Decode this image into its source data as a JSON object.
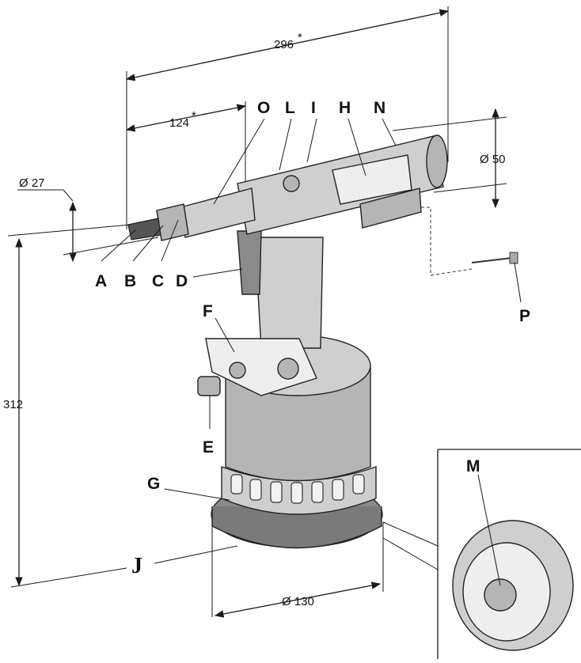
{
  "dimensions": {
    "overall_length": "296",
    "nose_length": "124",
    "nose_diameter": "Ø 27",
    "barrel_diameter": "Ø 50",
    "base_diameter": "Ø 130",
    "height": "312",
    "star": "*"
  },
  "labels": {
    "A": "A",
    "B": "B",
    "C": "C",
    "D": "D",
    "E": "E",
    "F": "F",
    "G": "G",
    "H": "H",
    "I": "I",
    "J": "J",
    "L": "L",
    "M": "M",
    "N": "N",
    "O": "O",
    "P": "P"
  }
}
